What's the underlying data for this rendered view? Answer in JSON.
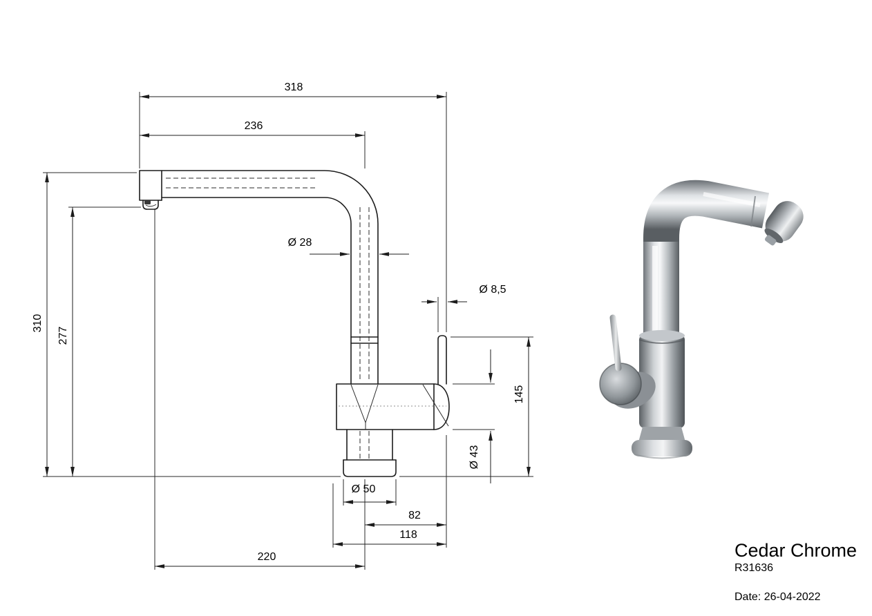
{
  "product": {
    "name": "Cedar Chrome",
    "code": "R31636",
    "date": "Date: 26-04-2022"
  },
  "dimensions": {
    "overall_reach": "318",
    "spout_reach": "236",
    "spout_diameter": "Ø 28",
    "lever_diameter": "Ø 8,5",
    "overall_height": "310",
    "height_under_spout": "277",
    "body_height": "145",
    "body_diameter": "Ø 43",
    "base_diameter": "Ø 50",
    "offset_82": "82",
    "offset_118": "118",
    "offset_220": "220"
  },
  "colors": {
    "background": "#ffffff",
    "line": "#1c1c1c",
    "text": "#000000",
    "chrome_light": "#f7f8f9",
    "chrome_dark": "#595e62"
  }
}
